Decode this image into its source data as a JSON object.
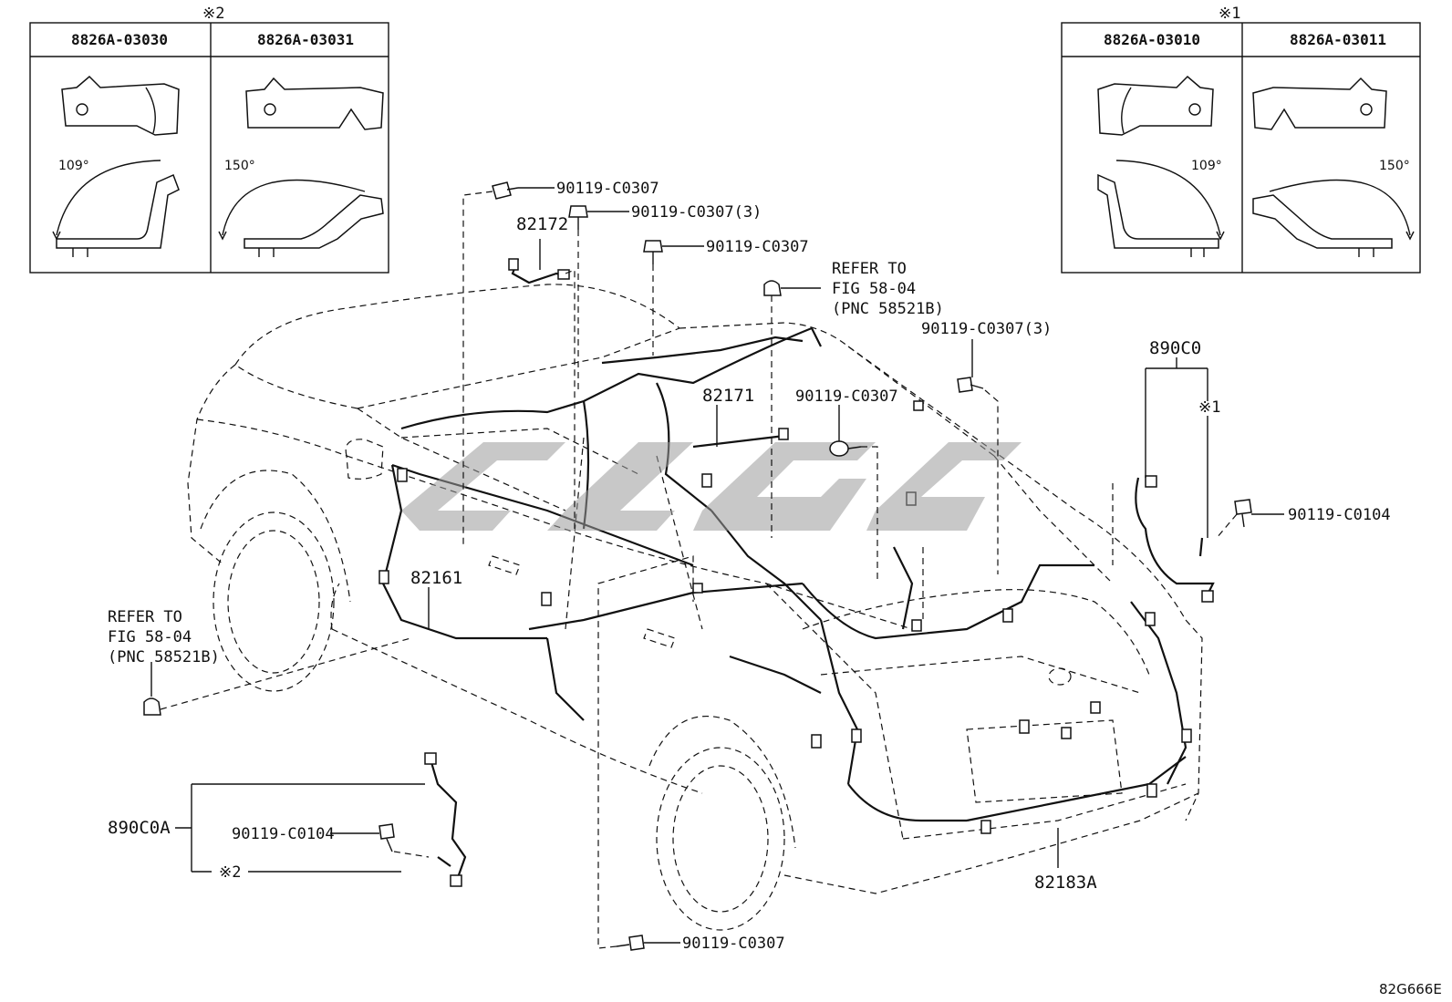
{
  "diagram": {
    "code": "82G666E",
    "inset_left": {
      "mark": "※2",
      "columns": [
        "8826A-03030",
        "8826A-03031"
      ],
      "angles": [
        "109°",
        "150°"
      ]
    },
    "inset_right": {
      "mark": "※1",
      "columns": [
        "8826A-03010",
        "8826A-03011"
      ],
      "angles": [
        "109°",
        "150°"
      ]
    },
    "callouts": {
      "bolt_top1": "90119-C0307",
      "bolt_top2": "90119-C0307(3)",
      "bolt_top3": "90119-C0307",
      "harness_82172": "82172",
      "refer_top": [
        "REFER TO",
        "FIG 58-04",
        "(PNC 58521B)"
      ],
      "bolt_right_a": "90119-C0307(3)",
      "harness_82171": "82171",
      "bolt_mid": "90119-C0307",
      "assy_890C0": "890C0",
      "mark_890C0": "※1",
      "bolt_right_b": "90119-C0104",
      "harness_82161": "82161",
      "refer_left": [
        "REFER TO",
        "FIG 58-04",
        "(PNC 58521B)"
      ],
      "assy_890C0A": "890C0A",
      "bolt_left": "90119-C0104",
      "mark_890C0A": "※2",
      "harness_82183A": "82183A",
      "bolt_bottom": "90119-C0307"
    }
  }
}
